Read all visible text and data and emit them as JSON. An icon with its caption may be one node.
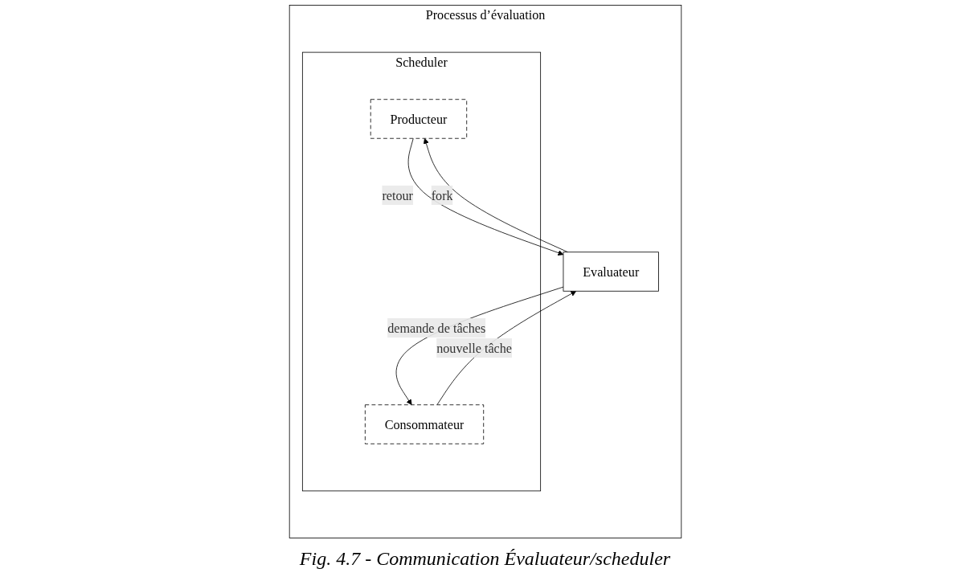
{
  "diagram": {
    "caption": "Fig. 4.7 - Communication Évaluateur/scheduler",
    "nodes": [
      {
        "text": [
          "Processus d’évaluation"
        ]
      },
      {
        "text": [
          "Evaluateur"
        ],
        "in": 0
      },
      {
        "text": [
          "Scheduler"
        ],
        "in": 0
      },
      {
        "text": [
          "Producteur"
        ],
        "in": 2
      },
      {
        "text": [
          "Consommateur"
        ],
        "in": 2
      }
    ],
    "edges": [
      {
        "from": 1,
        "to": 3,
        "arrow": "to",
        "label": "fork"
      },
      {
        "from": 3,
        "to": 1,
        "arrow": "to",
        "label": "retour"
      },
      {
        "from": 1,
        "to": 4,
        "arrow": "to",
        "label": "demande de tâches"
      },
      {
        "from": 4,
        "to": 1,
        "arrow": "to",
        "label": "nouvelle tâche"
      }
    ]
  }
}
